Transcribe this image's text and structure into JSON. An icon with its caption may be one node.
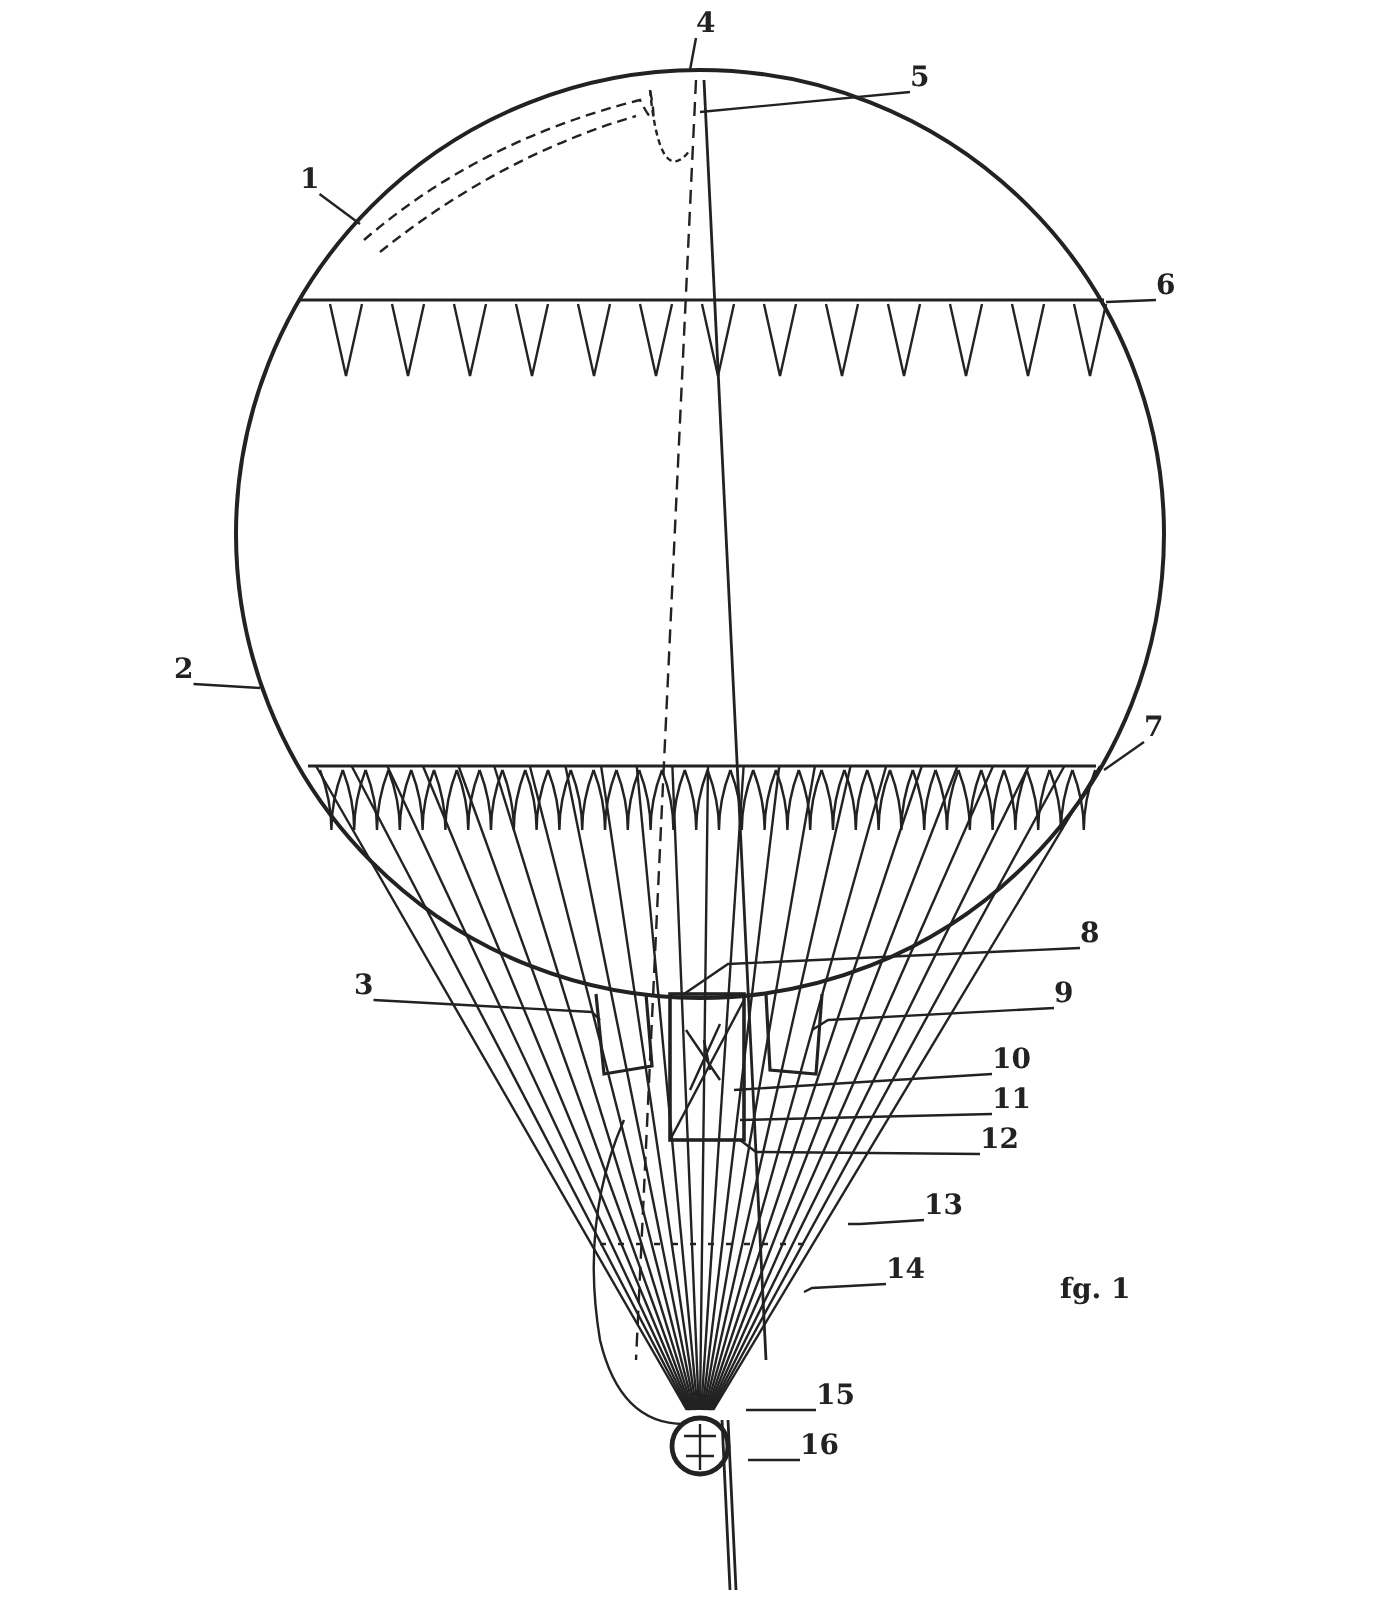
{
  "diagram": {
    "nodes": [
      {
        "text": [
          "4"
        ]
      },
      {
        "text": [
          "5"
        ]
      },
      {
        "text": [
          "1"
        ]
      },
      {
        "text": [
          "6"
        ]
      },
      {
        "text": [
          "2"
        ]
      },
      {
        "text": [
          "7"
        ]
      },
      {
        "text": [
          "8"
        ]
      },
      {
        "text": [
          "3"
        ]
      },
      {
        "text": [
          "9"
        ]
      },
      {
        "text": [
          "10"
        ]
      },
      {
        "text": [
          "11"
        ]
      },
      {
        "text": [
          "12"
        ]
      },
      {
        "text": [
          "13"
        ]
      },
      {
        "text": [
          "14"
        ]
      },
      {
        "text": [
          "15"
        ]
      },
      {
        "text": [
          "16"
        ]
      }
    ],
    "edges": [
      {
        "from": 0,
        "to": null,
        "arrow": "none"
      },
      {
        "from": 1,
        "to": null,
        "arrow": "none"
      },
      {
        "from": 2,
        "to": null,
        "arrow": "none"
      },
      {
        "from": 3,
        "to": null,
        "arrow": "none"
      },
      {
        "from": 4,
        "to": null,
        "arrow": "none"
      },
      {
        "from": 5,
        "to": null,
        "arrow": "none"
      },
      {
        "from": 6,
        "to": null,
        "arrow": "none"
      },
      {
        "from": 7,
        "to": null,
        "arrow": "none"
      },
      {
        "from": 8,
        "to": null,
        "arrow": "none"
      },
      {
        "from": 9,
        "to": null,
        "arrow": "none"
      },
      {
        "from": 10,
        "to": null,
        "arrow": "none"
      },
      {
        "from": 11,
        "to": null,
        "arrow": "none"
      },
      {
        "from": 12,
        "to": null,
        "arrow": "none"
      },
      {
        "from": 13,
        "to": null,
        "arrow": "none"
      },
      {
        "from": 14,
        "to": null,
        "arrow": "none"
      },
      {
        "from": 15,
        "to": null,
        "arrow": "none"
      }
    ],
    "labels": [
      "fg. 1"
    ]
  }
}
